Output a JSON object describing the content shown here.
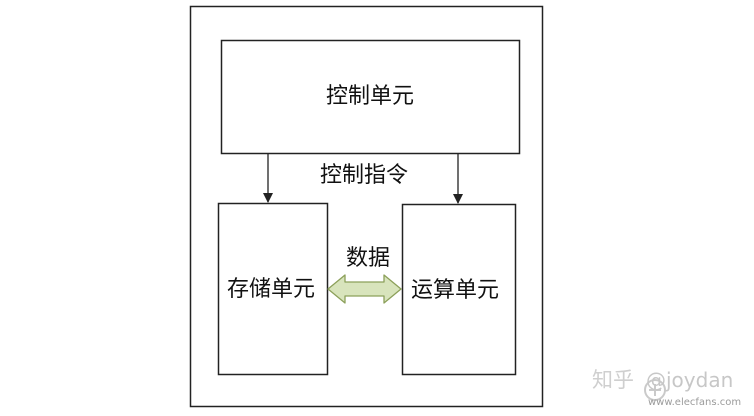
{
  "diagram": {
    "control_unit": "控制单元",
    "control_instruction": "控制指令",
    "storage_unit": "存储单元",
    "data_label": "数据",
    "arithmetic_unit": "运算单元"
  },
  "watermark": {
    "zhihu": "知乎",
    "handle": "@joydan",
    "site": "www.elecfans.com"
  },
  "colors": {
    "stroke": "#222222",
    "box_fill": "#ffffff",
    "data_arrow_fill": "#d8e4bc",
    "data_arrow_stroke": "#8ca05a",
    "text": "#111111"
  }
}
